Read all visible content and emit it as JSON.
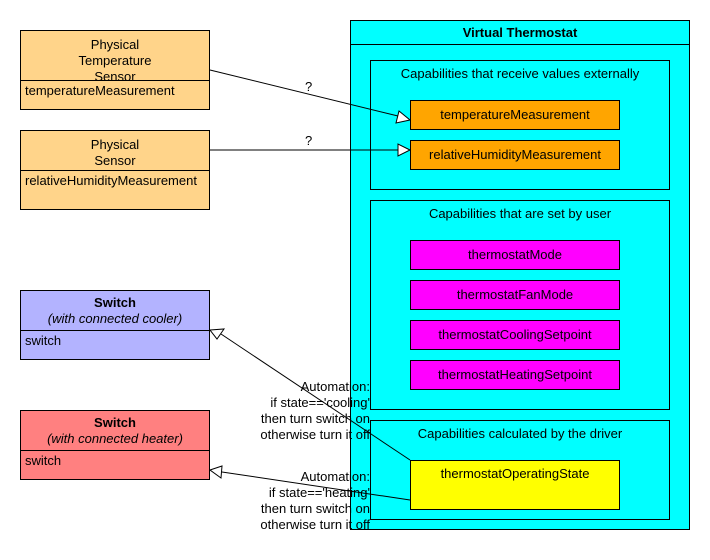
{
  "colors": {
    "sensor_fill": "#FFD48A",
    "cooler_switch_fill": "#B3B3FF",
    "heater_switch_fill": "#FF8080",
    "thermostat_fill": "#00FFFF",
    "external_cap_fill": "#FFA500",
    "user_cap_fill": "#FF00FF",
    "driver_cap_fill": "#FFFF00"
  },
  "nodes": {
    "temp_sensor": {
      "title_lines": [
        "Physical",
        "Temperature",
        "Sensor"
      ],
      "attribute": "temperatureMeasurement"
    },
    "humidity_sensor": {
      "title_lines": [
        "Physical",
        "Sensor"
      ],
      "attribute": "relativeHumidityMeasurement"
    },
    "cooler_switch": {
      "title": "Switch",
      "subtitle": "(with connected cooler)",
      "attribute": "switch"
    },
    "heater_switch": {
      "title": "Switch",
      "subtitle": "(with connected heater)",
      "attribute": "switch"
    }
  },
  "thermostat": {
    "title": "Virtual Thermostat",
    "groups": [
      {
        "label": "Capabilities that receive values externally",
        "capabilities": [
          "temperatureMeasurement",
          "relativeHumidityMeasurement"
        ]
      },
      {
        "label": "Capabilities that are set by user",
        "capabilities": [
          "thermostatMode",
          "thermostatFanMode",
          "thermostatCoolingSetpoint",
          "thermostatHeatingSetpoint"
        ]
      },
      {
        "label": "Capabilities calculated by the driver",
        "capabilities": [
          "thermostatOperatingState"
        ]
      }
    ]
  },
  "edges": {
    "temp_label": "?",
    "humidity_label": "?",
    "cooling_automation": [
      "Automation:",
      "if state=='cooling'",
      "then turn switch on",
      "otherwise turn it off"
    ],
    "heating_automation": [
      "Automation:",
      "if state=='heating'",
      "then turn switch on",
      "otherwise turn it off"
    ]
  }
}
